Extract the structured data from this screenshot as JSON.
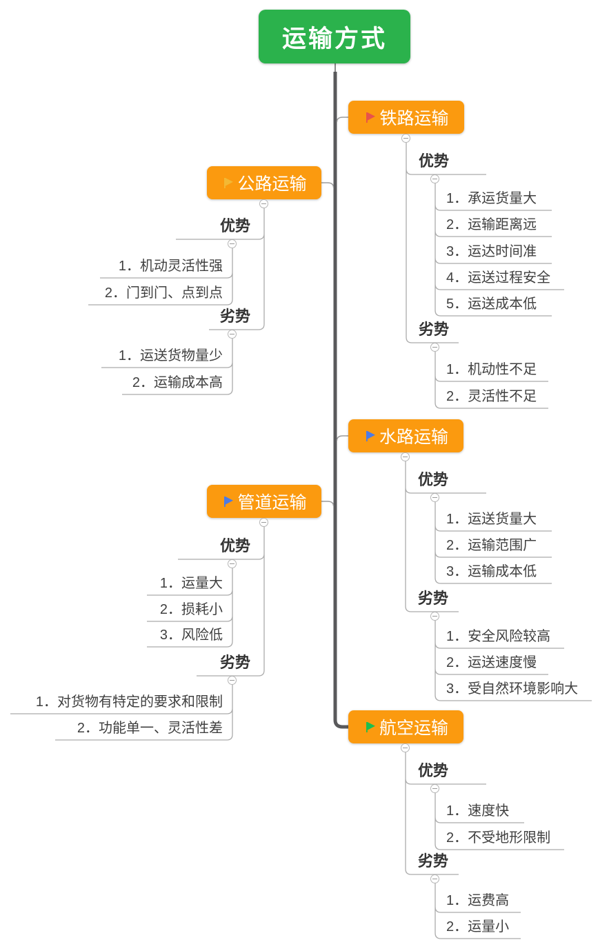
{
  "root": {
    "label": "运输方式"
  },
  "colors": {
    "root_bg": "#2BB24C",
    "branch_bg": "#FB9A0F",
    "trunk": "#59595B",
    "line": "#ABABAB",
    "flag_red": "#E8524B",
    "flag_yellow": "#F3B834",
    "flag_blue": "#4D7BE5",
    "flag_green": "#1DBE4F"
  },
  "branches": [
    {
      "label": "铁路运输",
      "flag_color": "#E8524B",
      "side": "right",
      "groups": [
        {
          "label": "优势",
          "items": [
            "1．承运货量大",
            "2．运输距离远",
            "3．运达时间准",
            "4．运送过程安全",
            "5．运送成本低"
          ]
        },
        {
          "label": "劣势",
          "items": [
            "1．机动性不足",
            "2．灵活性不足"
          ]
        }
      ]
    },
    {
      "label": "公路运输",
      "flag_color": "#F3B834",
      "side": "left",
      "groups": [
        {
          "label": "优势",
          "items": [
            "1．机动灵活性强",
            "2．门到门、点到点"
          ]
        },
        {
          "label": "劣势",
          "items": [
            "1．运送货物量少",
            "2．运输成本高"
          ]
        }
      ]
    },
    {
      "label": "水路运输",
      "flag_color": "#4D7BE5",
      "side": "right",
      "groups": [
        {
          "label": "优势",
          "items": [
            "1．运送货量大",
            "2．运输范围广",
            "3．运输成本低"
          ]
        },
        {
          "label": "劣势",
          "items": [
            "1．安全风险较高",
            "2．运送速度慢",
            "3．受自然环境影响大"
          ]
        }
      ]
    },
    {
      "label": "管道运输",
      "flag_color": "#4D7BE5",
      "side": "left",
      "groups": [
        {
          "label": "优势",
          "items": [
            "1．运量大",
            "2．损耗小",
            "3．风险低"
          ]
        },
        {
          "label": "劣势",
          "items": [
            "1．对货物有特定的要求和限制",
            "2．功能单一、灵活性差"
          ]
        }
      ]
    },
    {
      "label": "航空运输",
      "flag_color": "#1DBE4F",
      "side": "right",
      "groups": [
        {
          "label": "优势",
          "items": [
            "1．速度快",
            "2．不受地形限制"
          ]
        },
        {
          "label": "劣势",
          "items": [
            "1．运费高",
            "2．运量小"
          ]
        }
      ]
    }
  ]
}
